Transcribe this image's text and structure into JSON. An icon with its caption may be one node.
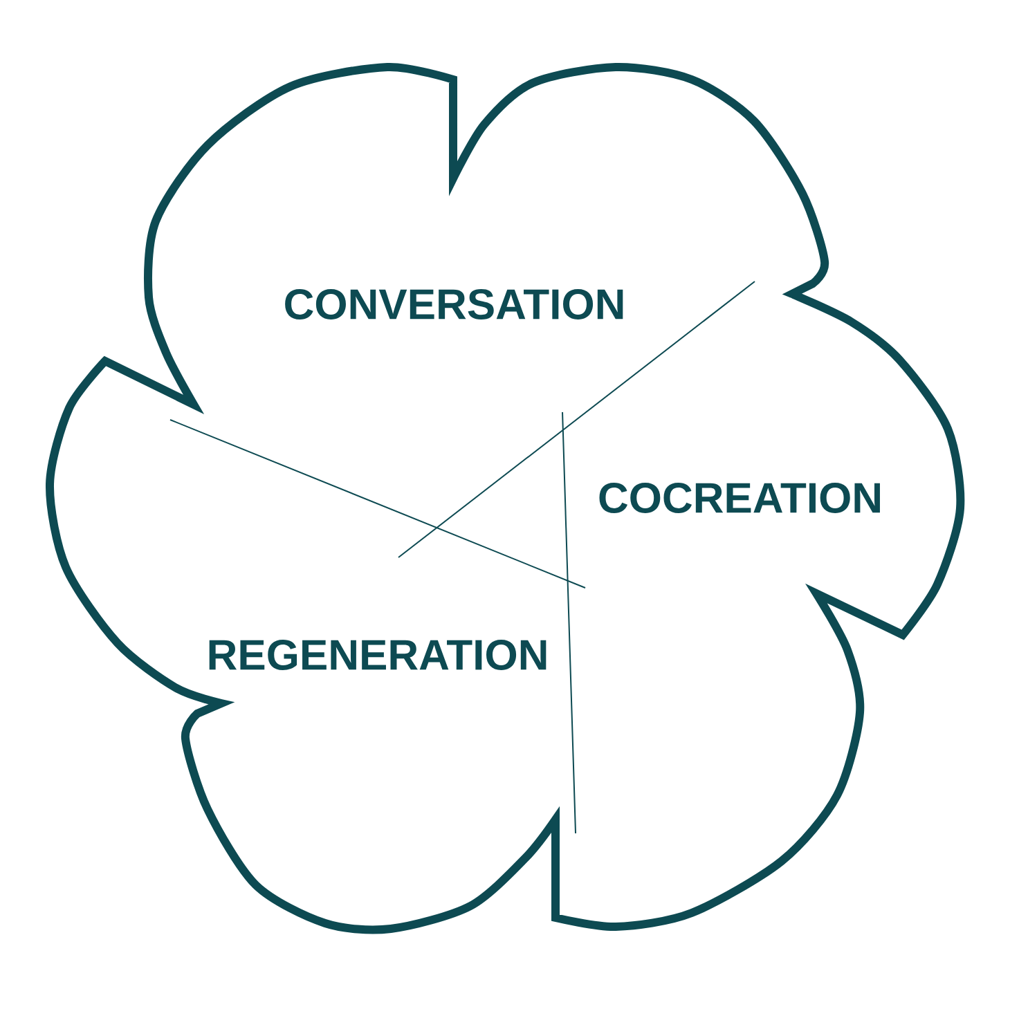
{
  "diagram": {
    "labels": [
      "CONVERSATION",
      "COCREATION",
      "REGENERATION"
    ]
  }
}
